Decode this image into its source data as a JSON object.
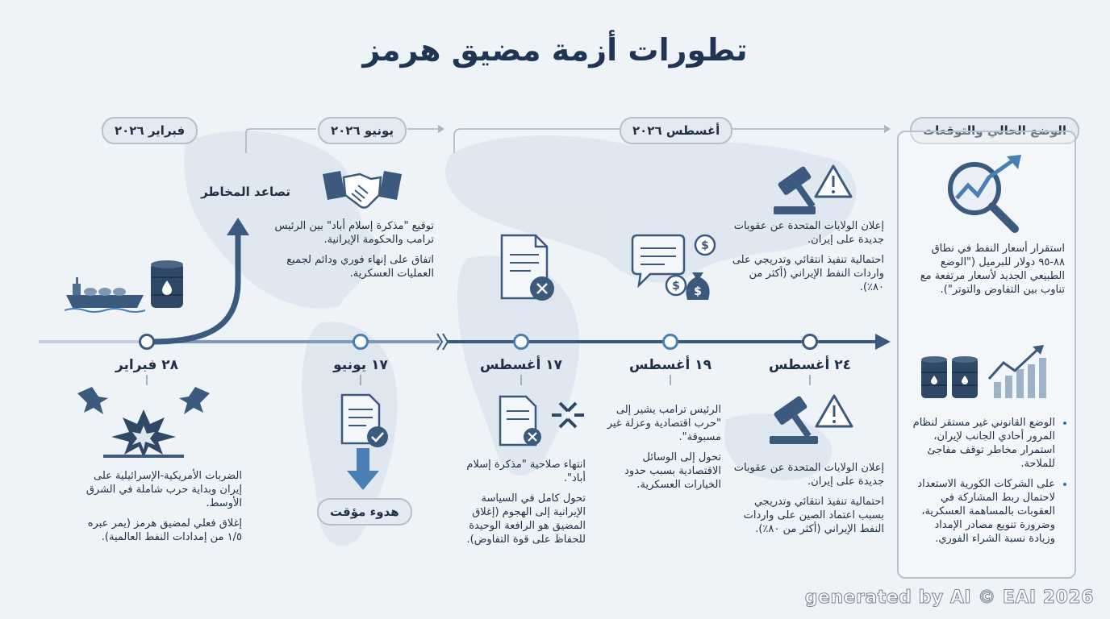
{
  "title": "تطورات أزمة مضيق هرمز",
  "periods": {
    "feb": "فبراير ٢٠٢٦",
    "jun": "يونيو ٢٠٢٦",
    "aug": "أغسطس ٢٠٢٦",
    "current": "الوضع الحالي والتوقعات"
  },
  "risk_label": "تصاعد المخاطر",
  "calm_label": "هدوء مؤقت",
  "events": [
    {
      "date": "٢٨ فبراير",
      "paragraphs": [
        "الضربات الأمريكية-الإسرائيلية على إيران وبداية حرب شاملة في الشرق الأوسط.",
        "إغلاق فعلي لمضيق هرمز (يمر عبره ١/٥ من إمدادات النفط العالمية)."
      ]
    },
    {
      "date": "١٧ يونيو",
      "paragraphs": [
        "توقيع \"مذكرة إسلام أباد\" بين الرئيس ترامب والحكومة الإيرانية.",
        "اتفاق على إنهاء فوري ودائم لجميع العمليات العسكرية."
      ]
    },
    {
      "date": "١٧ أغسطس",
      "paragraphs": [
        "انتهاء صلاحية \"مذكرة إسلام أباد\".",
        "تحول كامل في السياسة الإيرانية إلى الهجوم (إغلاق المضيق هو الرافعة الوحيدة للحفاظ على قوة التفاوض)."
      ]
    },
    {
      "date": "١٩ أغسطس",
      "paragraphs": [
        "الرئيس ترامب يشير إلى \"حرب اقتصادية وعزلة غير مسبوقة\".",
        "تحول إلى الوسائل الاقتصادية بسبب حدود الخيارات العسكرية."
      ]
    },
    {
      "date": "٢٤ أغسطس",
      "top_paragraphs": [
        "إعلان الولايات المتحدة عن عقوبات جديدة على إيران.",
        "احتمالية تنفيذ انتقائي وتدريجي على واردات النفط الإيراني (أكثر من ٨٠٪)."
      ],
      "bottom_paragraphs": [
        "إعلان الولايات المتحدة عن عقوبات جديدة على إيران.",
        "احتمالية تنفيذ انتقائي وتدريجي بسبب اعتماد الصين على واردات النفط الإيراني (أكثر من ٨٠٪)."
      ]
    }
  ],
  "outlook": {
    "intro": "استقرار أسعار النفط في نطاق ٨٨-٩٥ دولار للبرميل (\"الوضع الطبيعي الجديد لأسعار مرتفعة مع تناوب بين التفاوض والتوتر\").",
    "bullets": [
      "الوضع القانوني غير مستقر لنظام المرور أحادي الجانب لإيران، استمرار مخاطر توقف مفاجئ للملاحة.",
      "على الشركات الكورية الاستعداد لاحتمال ربط المشاركة في العقوبات بالمساهمة العسكرية، وضرورة تنويع مصادر الإمداد وزيادة نسبة الشراء الفوري."
    ]
  },
  "watermark": "generated by AI © EAI 2026",
  "colors": {
    "navy": "#1f3553",
    "timeline_light": "#c5d0dc",
    "timeline_dark": "#3b5a7d",
    "accent_blue": "#4a7fb5"
  },
  "icons": [
    "oil-tanker-icon",
    "oil-barrel-icon",
    "handshake-icon",
    "cancelled-document-icon",
    "chat-money-icon",
    "gavel-warning-icon",
    "fighter-jets-explosion-icon",
    "approved-document-icon",
    "magnifier-trend-icon",
    "barrels-chart-icon"
  ]
}
